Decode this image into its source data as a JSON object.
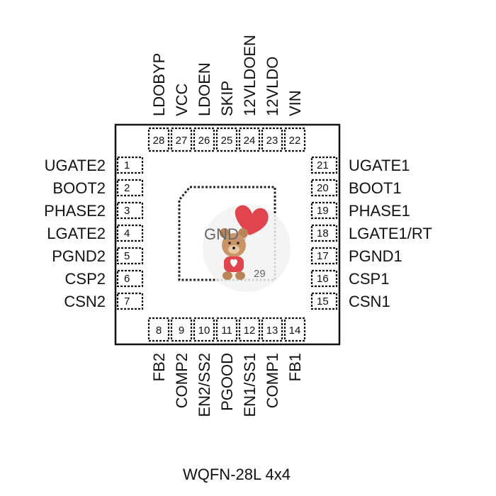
{
  "package": "WQFN-28L 4x4",
  "exposed_pad": {
    "label": "GND",
    "number": "29"
  },
  "pins_left": [
    {
      "num": "1",
      "name": "UGATE2"
    },
    {
      "num": "2",
      "name": "BOOT2"
    },
    {
      "num": "3",
      "name": "PHASE2"
    },
    {
      "num": "4",
      "name": "LGATE2"
    },
    {
      "num": "5",
      "name": "PGND2"
    },
    {
      "num": "6",
      "name": "CSP2"
    },
    {
      "num": "7",
      "name": "CSN2"
    }
  ],
  "pins_bottom": [
    {
      "num": "8",
      "name": "FB2"
    },
    {
      "num": "9",
      "name": "COMP2"
    },
    {
      "num": "10",
      "name": "EN2/SS2"
    },
    {
      "num": "11",
      "name": "PGOOD"
    },
    {
      "num": "12",
      "name": "EN1/SS1"
    },
    {
      "num": "13",
      "name": "COMP1"
    },
    {
      "num": "14",
      "name": "FB1"
    }
  ],
  "pins_right": [
    {
      "num": "21",
      "name": "UGATE1"
    },
    {
      "num": "20",
      "name": "BOOT1"
    },
    {
      "num": "19",
      "name": "PHASE1"
    },
    {
      "num": "18",
      "name": "LGATE1/RT"
    },
    {
      "num": "17",
      "name": "PGND1"
    },
    {
      "num": "16",
      "name": "CSP1"
    },
    {
      "num": "15",
      "name": "CSN1"
    }
  ],
  "pins_top": [
    {
      "num": "28",
      "name": "LDOBYP"
    },
    {
      "num": "27",
      "name": "VCC"
    },
    {
      "num": "26",
      "name": "LDOEN"
    },
    {
      "num": "25",
      "name": "SKIP"
    },
    {
      "num": "24",
      "name": "12VLDOEN"
    },
    {
      "num": "23",
      "name": "12VLDO"
    },
    {
      "num": "22",
      "name": "VIN"
    }
  ],
  "colors": {
    "ink": "#111111",
    "watermark_red": "#e0454f",
    "watermark_brown": "#b98556"
  },
  "watermark_icon": "teddy-bear-with-heart-balloon"
}
